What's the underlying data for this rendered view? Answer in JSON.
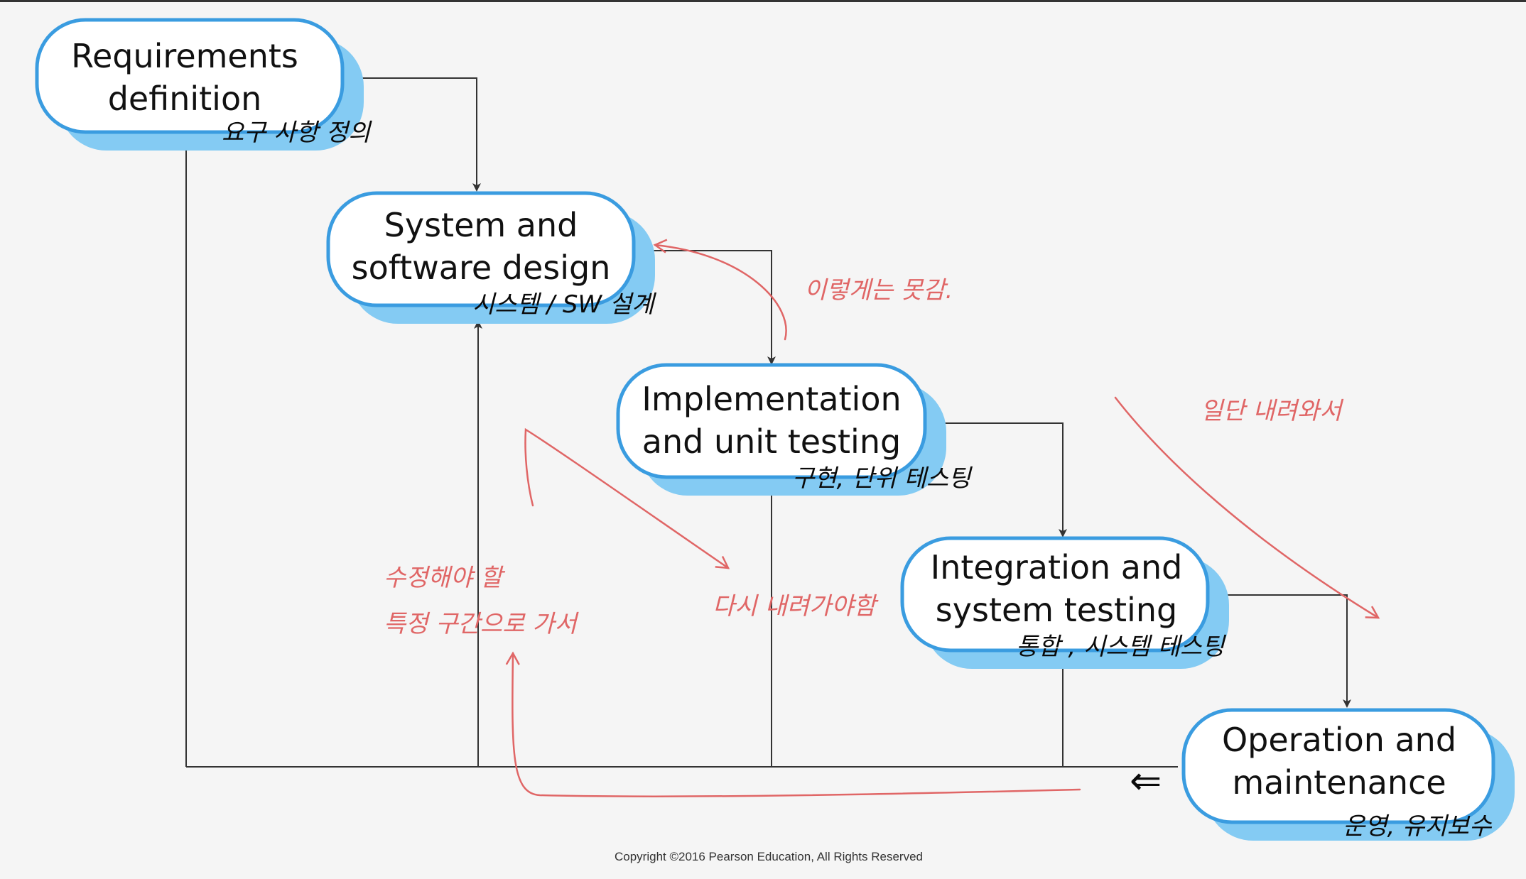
{
  "colors": {
    "background": "#f5f5f5",
    "box_border": "#3a9ce0",
    "box_fill": "#ffffff",
    "box_shadow": "#84cbf3",
    "flow_line": "#333333",
    "handwriting_red": "#e06666",
    "handwriting_black": "#0a0a0a"
  },
  "stages": [
    {
      "title_line1": "Requirements",
      "title_line2": "definition",
      "note": "요구 사항 정의"
    },
    {
      "title_line1": "System and",
      "title_line2": "software design",
      "note": "시스템 / SW 설계"
    },
    {
      "title_line1": "Implementation",
      "title_line2": "and unit testing",
      "note": "구현, 단위 테스팅"
    },
    {
      "title_line1": "Integration and",
      "title_line2": "system testing",
      "note": "통합 , 시스템 테스팅"
    },
    {
      "title_line1": "Operation and",
      "title_line2": "maintenance",
      "note": "운영, 유지보수"
    }
  ],
  "annotations": {
    "cannot_go_back": "이렇게는 못감.",
    "go_down_first": "일단 내려와서",
    "must_fix_line1": "수정해야 할",
    "must_fix_line2": "특정 구간으로 가서",
    "go_down_again": "다시 내려가야함",
    "left_arrow": "⇐"
  },
  "copyright": "Copyright ©2016 Pearson Education, All Rights Reserved"
}
